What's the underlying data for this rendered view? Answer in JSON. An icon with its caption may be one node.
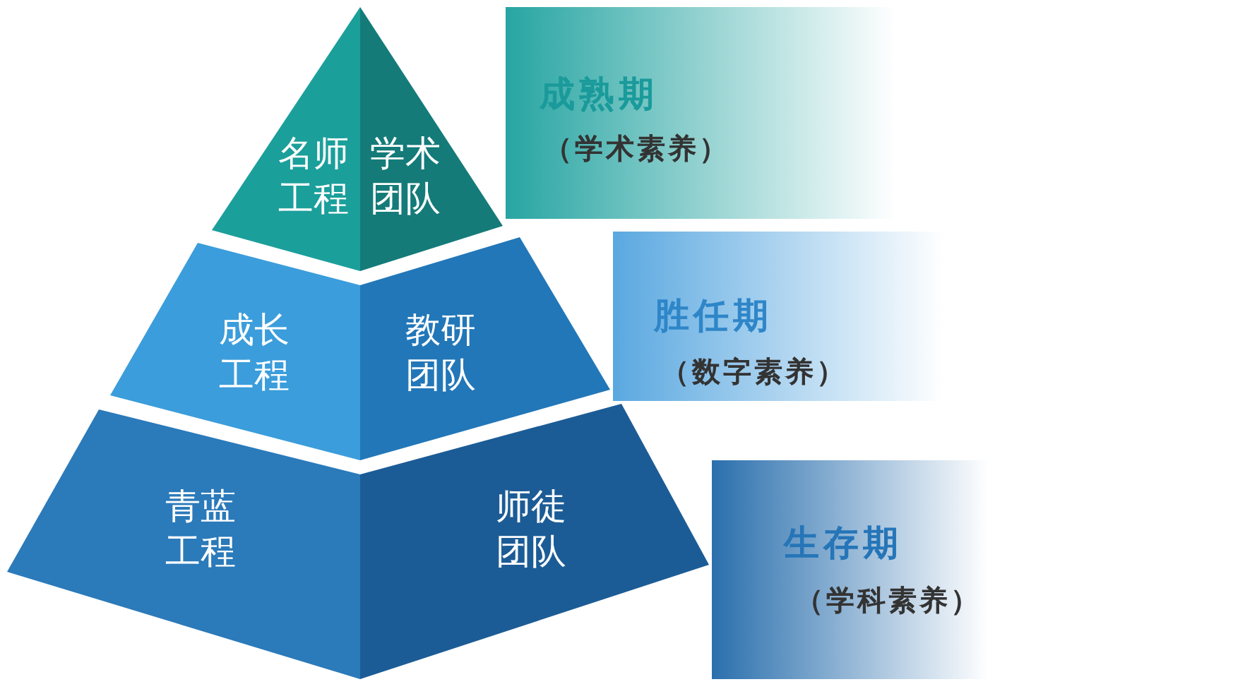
{
  "diagram": {
    "nodes": [
      {
        "text": [
          "名师工程"
        ]
      },
      {
        "text": [
          "学术团队"
        ]
      },
      {
        "text": [
          "成熟期",
          "（学术素养）"
        ]
      },
      {
        "text": [
          "成长工程"
        ]
      },
      {
        "text": [
          "教研团队"
        ]
      },
      {
        "text": [
          "胜任期",
          "（数字素养）"
        ]
      },
      {
        "text": [
          "青蓝工程"
        ]
      },
      {
        "text": [
          "师徒团队"
        ]
      },
      {
        "text": [
          "生存期",
          "（学科素养）"
        ]
      }
    ]
  }
}
